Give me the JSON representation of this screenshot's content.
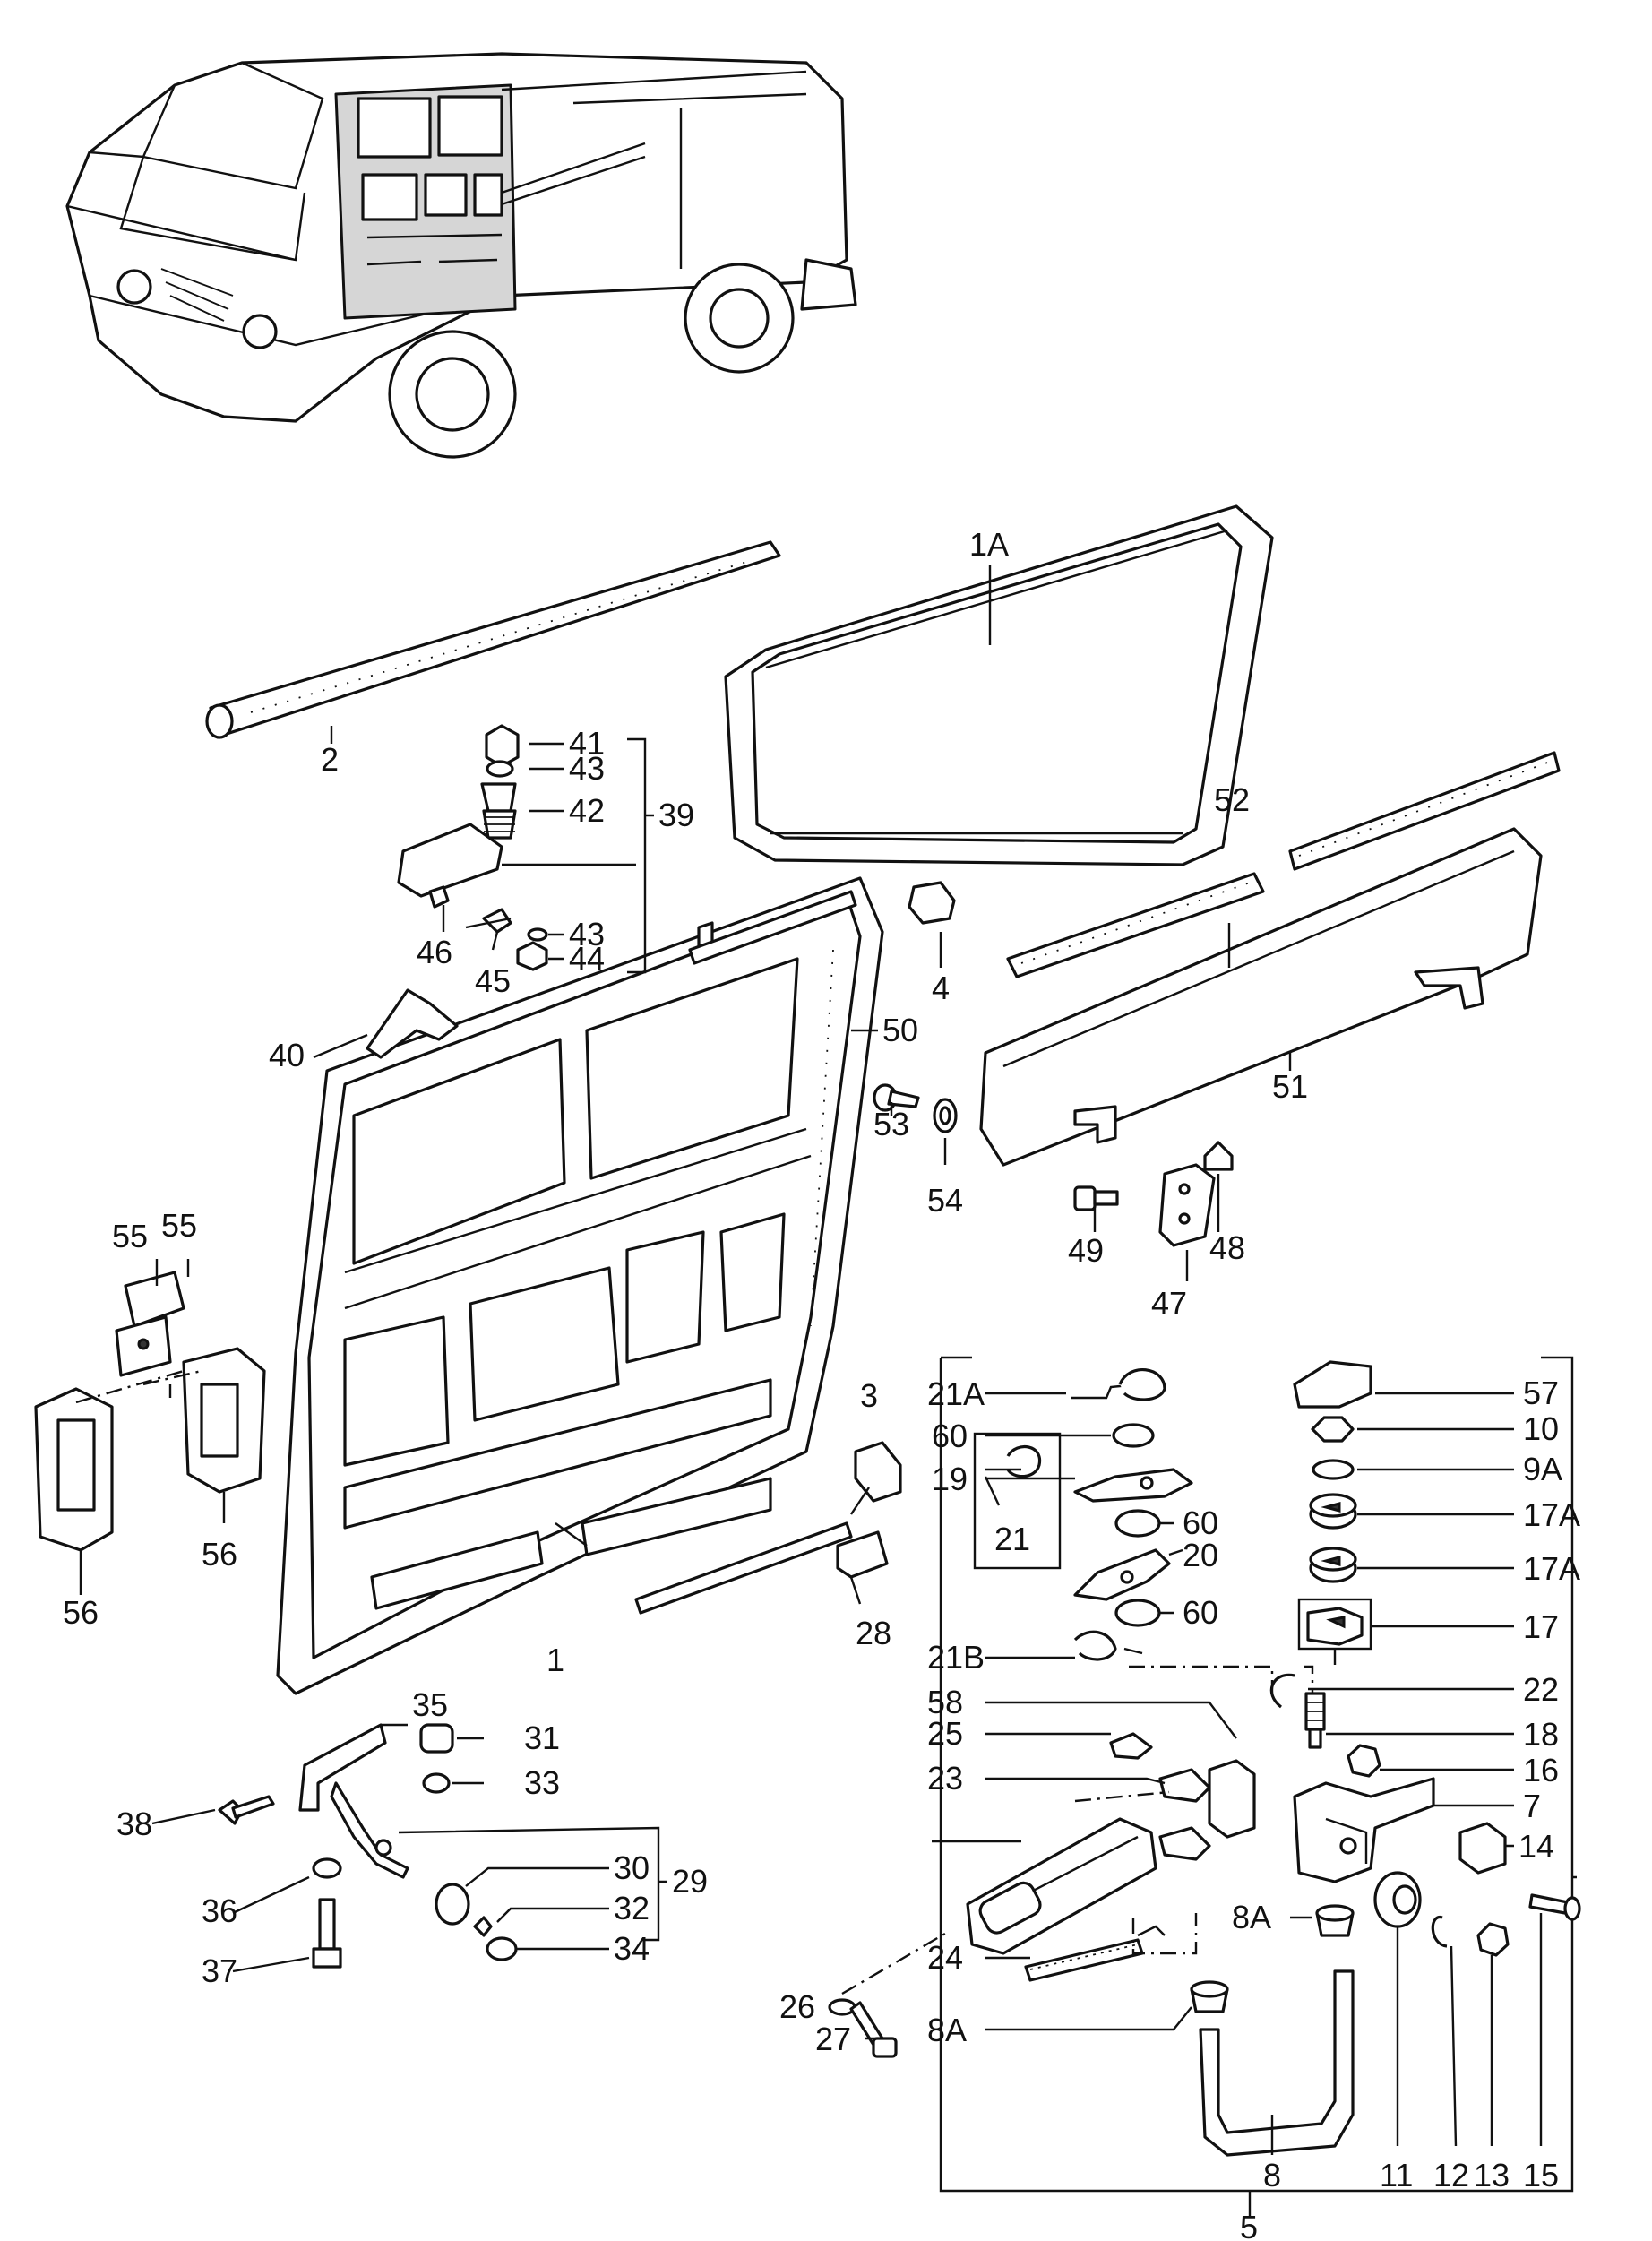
{
  "diagram": {
    "labels": {
      "l1": "1",
      "l1A": "1A",
      "l2": "2",
      "l3": "3",
      "l4": "4",
      "l5": "5",
      "l7": "7",
      "l8": "8",
      "l8A_a": "8A",
      "l8A_b": "8A",
      "l9A": "9A",
      "l10": "10",
      "l11": "11",
      "l12": "12",
      "l13": "13",
      "l14": "14",
      "l15": "15",
      "l16": "16",
      "l17": "17",
      "l17A_a": "17A",
      "l17A_b": "17A",
      "l18": "18",
      "l19": "19",
      "l20": "20",
      "l21": "21",
      "l21A": "21A",
      "l21B": "21B",
      "l22": "22",
      "l23": "23",
      "l24": "24",
      "l25": "25",
      "l26": "26",
      "l27": "27",
      "l28": "28",
      "l29": "29",
      "l30": "30",
      "l31": "31",
      "l32": "32",
      "l33": "33",
      "l34": "34",
      "l35": "35",
      "l36": "36",
      "l37": "37",
      "l38": "38",
      "l39": "39",
      "l40": "40",
      "l41": "41",
      "l42": "42",
      "l43_a": "43",
      "l43_b": "43",
      "l44": "44",
      "l45": "45",
      "l46": "46",
      "l47": "47",
      "l48": "48",
      "l49": "49",
      "l50": "50",
      "l51": "51",
      "l52": "52",
      "l53": "53",
      "l54": "54",
      "l55_a": "55",
      "l55_b": "55",
      "l56_a": "56",
      "l56_b": "56",
      "l57": "57",
      "l58": "58",
      "l60_a": "60",
      "l60_b": "60",
      "l60_c": "60"
    }
  }
}
